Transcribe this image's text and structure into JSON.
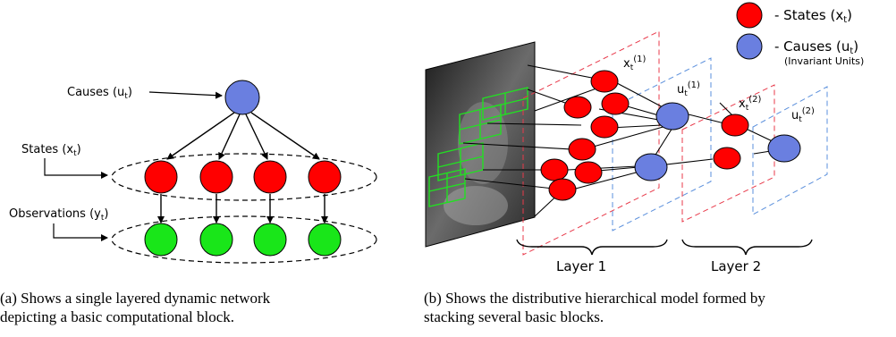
{
  "panel_a": {
    "causes_label": "Causes (u",
    "causes_sub": "t",
    "states_label": "States (x",
    "states_sub": "t",
    "observations_label": "Observations (y",
    "observations_sub": "t",
    "close": ")",
    "caption_line1": "(a) Shows a single layered dynamic network",
    "caption_line2": "depicting a basic computational block."
  },
  "panel_b": {
    "legend": {
      "states_label": "- States (x",
      "states_sub": "t",
      "causes_label": "- Causes (u",
      "causes_sub": "t",
      "causes_note": "(Invariant Units)",
      "close": ")"
    },
    "labels": {
      "x": "x",
      "u": "u",
      "t": "t",
      "sup1": "(1)",
      "sup2": "(2)"
    },
    "layer1": "Layer 1",
    "layer2": "Layer 2",
    "caption_line1": "(b) Shows the distributive hierarchical model formed by",
    "caption_line2": "stacking several basic blocks."
  },
  "colors": {
    "states": "#ff0000",
    "causes": "#6a7fe0",
    "observations": "#19e619",
    "red_dash": "#e8394a",
    "blue_dash": "#5a8fdc",
    "grid": "#22e022"
  }
}
